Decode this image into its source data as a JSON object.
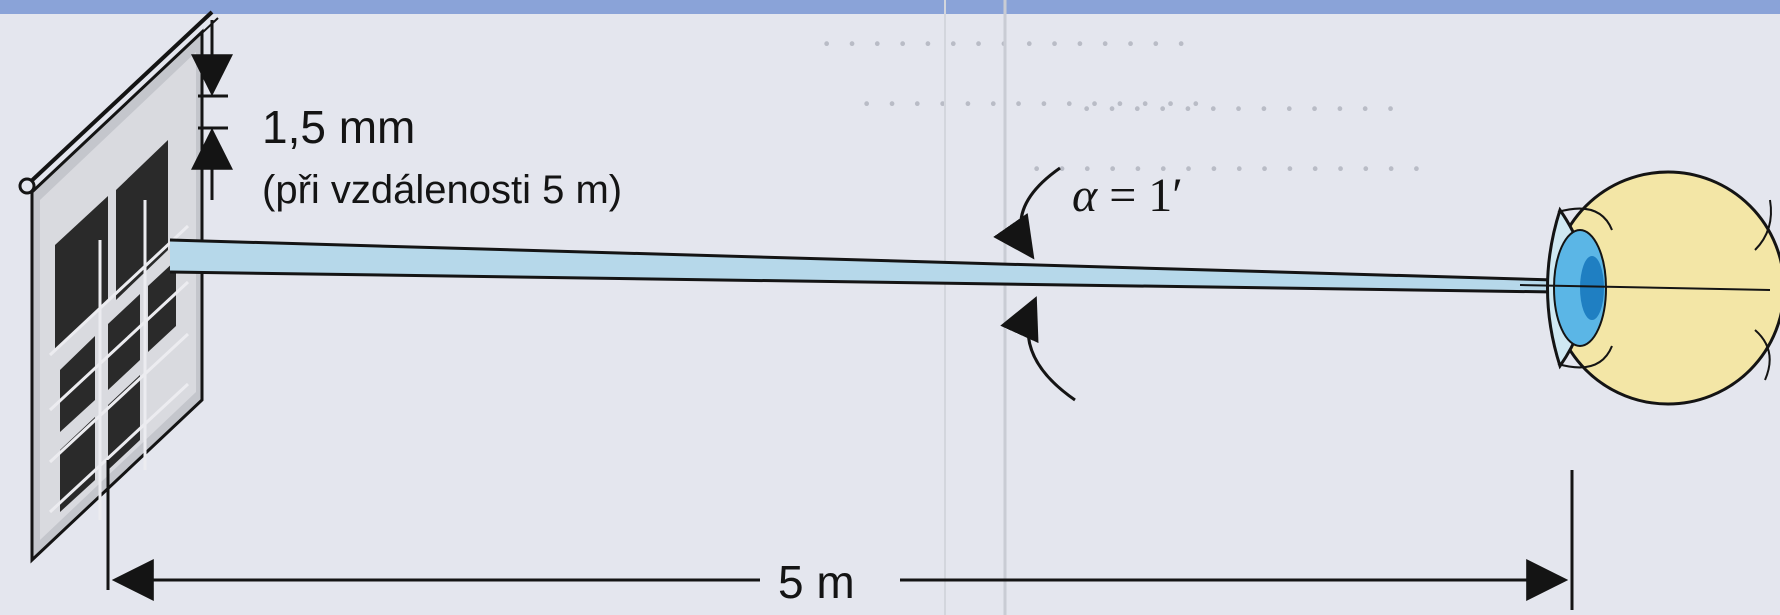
{
  "labels": {
    "letter_height": "1,5 mm",
    "distance_note": "(při vzdálenosti 5 m)",
    "angle_symbol": "α",
    "angle_value": "= 1′",
    "span": "5 m"
  },
  "colors": {
    "background": "#e4e6ee",
    "line": "#141414",
    "beam": "#b6d8ea",
    "sclera": "#f3e6a6",
    "iris": "#5bb6e6",
    "pupil": "#1f7fc2",
    "chart_face": "#c4c6cc",
    "chart_ink": "#2a2a2a"
  },
  "icons": {
    "chart": "eye-chart-icon",
    "eye": "eye-icon"
  }
}
